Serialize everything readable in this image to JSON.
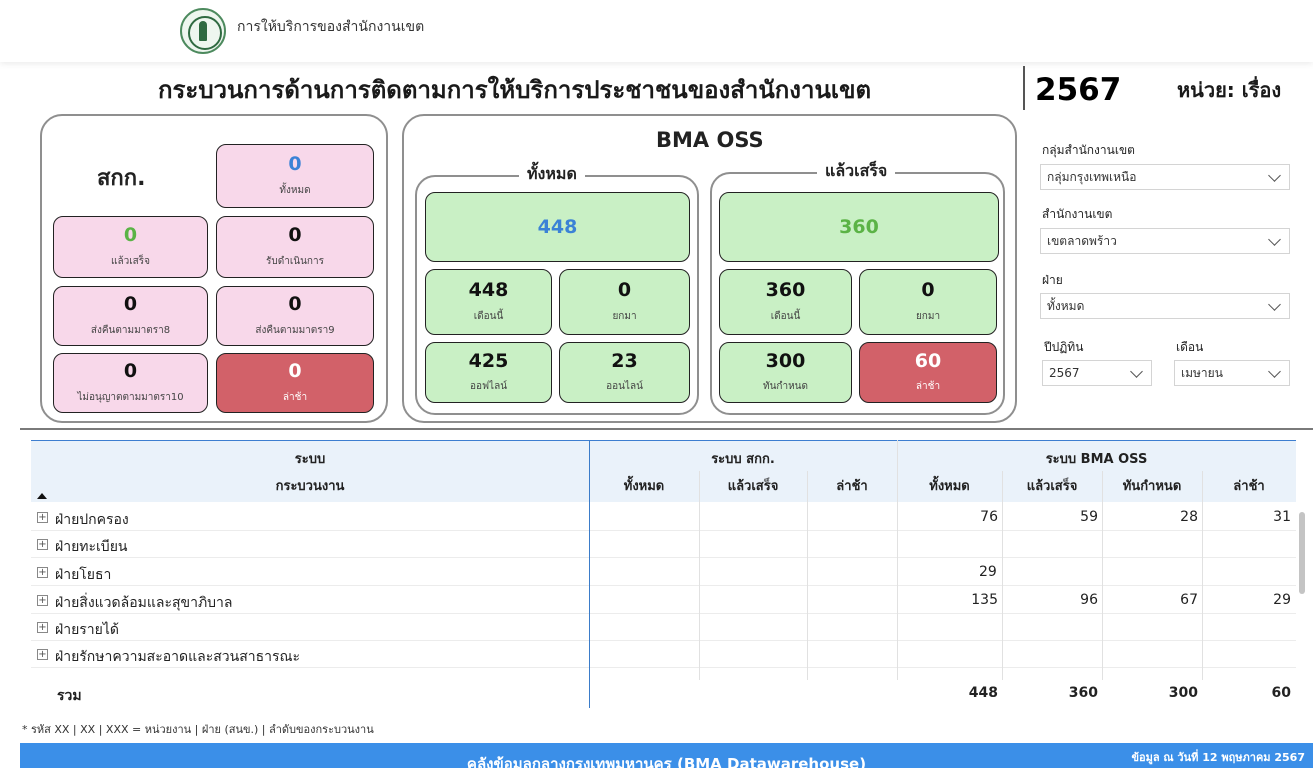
{
  "header": {
    "app_title": "การให้บริการของสำนักงานเขต"
  },
  "title": "กระบวนการด้านการติดตามการให้บริการประชาชนของสำนักงานเขต",
  "year": "2567",
  "unit": "หน่วย: เรื่อง",
  "skk": {
    "title": "สกก.",
    "total": {
      "value": "0",
      "label": "ทั้งหมด"
    },
    "done": {
      "value": "0",
      "label": "แล้วเสร็จ"
    },
    "in_progress": {
      "value": "0",
      "label": "รับดำเนินการ"
    },
    "return8": {
      "value": "0",
      "label": "ส่งคืนตามมาตรา8"
    },
    "return9": {
      "value": "0",
      "label": "ส่งคืนตามมาตรา9"
    },
    "reject10": {
      "value": "0",
      "label": "ไม่อนุญาตตามมาตรา10"
    },
    "late": {
      "value": "0",
      "label": "ล่าช้า"
    }
  },
  "oss": {
    "title": "BMA OSS",
    "all": {
      "title": "ทั้งหมด",
      "total": "448",
      "this_month": {
        "value": "448",
        "label": "เดือนนี้"
      },
      "carried": {
        "value": "0",
        "label": "ยกมา"
      },
      "offline": {
        "value": "425",
        "label": "ออฟไลน์"
      },
      "online": {
        "value": "23",
        "label": "ออนไลน์"
      }
    },
    "done": {
      "title": "แล้วเสร็จ",
      "total": "360",
      "this_month": {
        "value": "360",
        "label": "เดือนนี้"
      },
      "carried": {
        "value": "0",
        "label": "ยกมา"
      },
      "on_time": {
        "value": "300",
        "label": "ทันกำหนด"
      },
      "late": {
        "value": "60",
        "label": "ล่าช้า"
      }
    }
  },
  "filters": {
    "district_group": {
      "label": "กลุ่มสำนักงานเขต",
      "value": "กลุ่มกรุงเทพเหนือ"
    },
    "district": {
      "label": "สำนักงานเขต",
      "value": "เขตลาดพร้าว"
    },
    "division": {
      "label": "ฝ่าย",
      "value": "ทั้งหมด"
    },
    "year": {
      "label": "ปีปฏิทิน",
      "value": "2567"
    },
    "month": {
      "label": "เดือน",
      "value": "เมษายน"
    }
  },
  "table": {
    "col_group_system": "ระบบ",
    "col_process": "กระบวนงาน",
    "group_skk": "ระบบ สกก.",
    "group_oss": "ระบบ BMA OSS",
    "cols": [
      "ทั้งหมด",
      "แล้วเสร็จ",
      "ล่าช้า",
      "ทั้งหมด",
      "แล้วเสร็จ",
      "ทันกำหนด",
      "ล่าช้า"
    ],
    "rows": [
      {
        "name": "ฝ่ายปกครอง",
        "values": [
          "",
          "",
          "",
          "76",
          "59",
          "28",
          "31"
        ]
      },
      {
        "name": "ฝ่ายทะเบียน",
        "values": [
          "",
          "",
          "",
          "",
          "",
          "",
          ""
        ]
      },
      {
        "name": "ฝ่ายโยธา",
        "values": [
          "",
          "",
          "",
          "29",
          "",
          "",
          ""
        ]
      },
      {
        "name": "ฝ่ายสิ่งแวดล้อมและสุขาภิบาล",
        "values": [
          "",
          "",
          "",
          "135",
          "96",
          "67",
          "29"
        ]
      },
      {
        "name": "ฝ่ายรายได้",
        "values": [
          "",
          "",
          "",
          "",
          "",
          "",
          ""
        ]
      },
      {
        "name": "ฝ่ายรักษาความสะอาดและสวนสาธารณะ",
        "values": [
          "",
          "",
          "",
          "",
          "",
          "",
          ""
        ]
      }
    ],
    "total": {
      "label": "รวม",
      "values": [
        "",
        "",
        "",
        "448",
        "360",
        "300",
        "60"
      ]
    }
  },
  "footnote": "* รหัส XX | XX | XXX = หน่วยงาน | ฝ่าย (สนข.) | ลำดับของกระบวนงาน",
  "footer": {
    "title": "คลังข้อมูลกลางกรุงเทพมหานคร (BMA Datawarehouse)",
    "date": "ข้อมูล ณ วันที่ 12 พฤษภาคม 2567"
  }
}
